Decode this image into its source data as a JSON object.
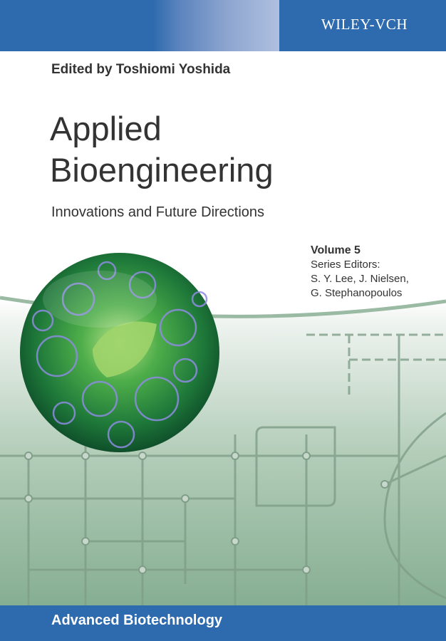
{
  "cover": {
    "publisher": "WILEY-VCH",
    "editor_line": "Edited by Toshiomi Yoshida",
    "title_lines": [
      "Applied",
      "Bioengineering"
    ],
    "subtitle": "Innovations and Future Directions",
    "volume": "Volume 5",
    "series_editors_label": "Series Editors:",
    "series_editors_lines": [
      "S. Y. Lee, J. Nielsen,",
      "G. Stephanopoulos"
    ],
    "series_name": "Advanced Biotechnology"
  },
  "colors": {
    "brand_blue": "#2e6bae",
    "background_green": "#8fb59b",
    "text": "#333333"
  }
}
